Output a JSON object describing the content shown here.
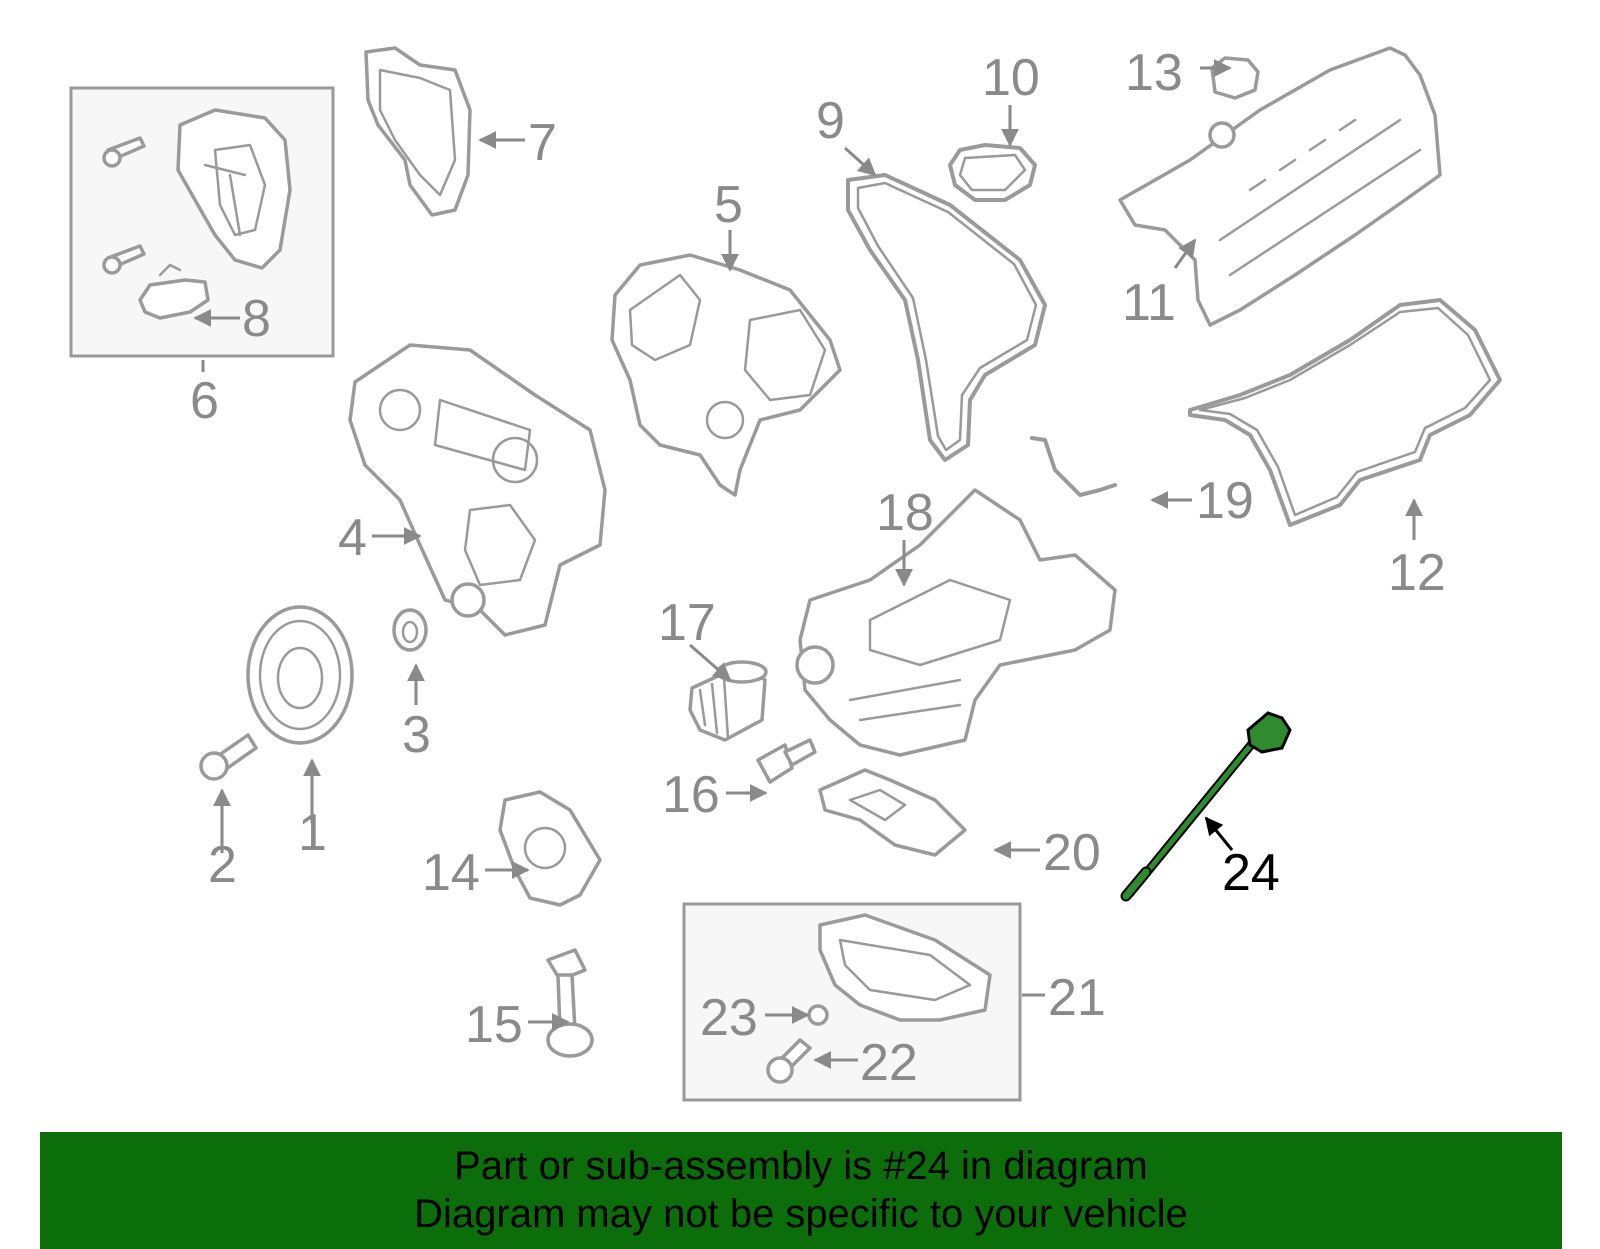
{
  "callouts": [
    "1",
    "2",
    "3",
    "4",
    "5",
    "6",
    "7",
    "8",
    "9",
    "10",
    "11",
    "12",
    "13",
    "14",
    "15",
    "16",
    "17",
    "18",
    "19",
    "20",
    "21",
    "22",
    "23",
    "24"
  ],
  "highlighted_part": "24",
  "colors": {
    "part_stroke": "#9a9a9a",
    "highlight": "#2e8b2e",
    "banner": "#0b6e0b"
  },
  "banner": {
    "line1": "Part or sub-assembly is #24 in diagram",
    "line2": "Diagram may not be specific to your vehicle"
  }
}
